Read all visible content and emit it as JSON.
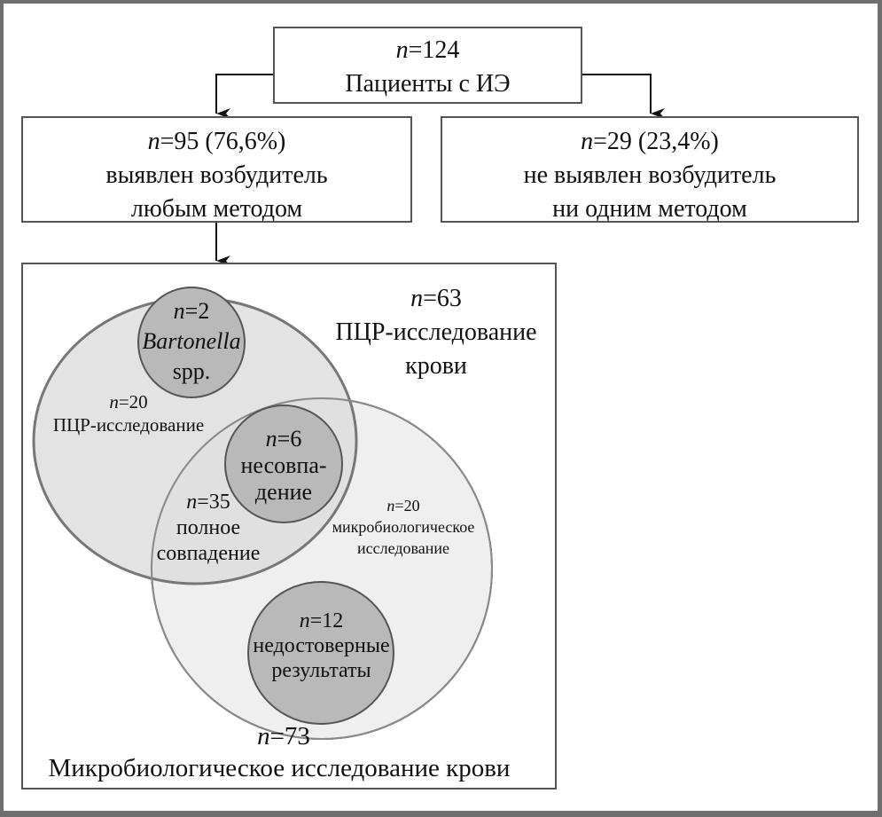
{
  "root": {
    "n": "124",
    "label": "Пациенты с ИЭ"
  },
  "left": {
    "n": "95",
    "pct": "(76,6%)",
    "line1": "выявлен возбудитель",
    "line2": "любым методом"
  },
  "right": {
    "n": "29",
    "pct": "(23,4%)",
    "line1": "не выявлен возбудитель",
    "line2": "ни одним методом"
  },
  "n_prefix": "n",
  "eq": "=",
  "venn": {
    "pcr_total": {
      "n": "63",
      "line1": "ПЦР-исследование",
      "line2": "крови"
    },
    "micro_total": {
      "n": "73",
      "line1": "Микробиологическое исследование крови"
    },
    "bartonella": {
      "n": "2",
      "line1": "Bartonella",
      "line2": "spp."
    },
    "pcr_only": {
      "n": "20",
      "line1": "ПЦР-исследование"
    },
    "mismatch": {
      "n": "6",
      "line1": "несовпа-",
      "line2": "дение"
    },
    "full_match": {
      "n": "35",
      "line1": "полное",
      "line2": "совпадение"
    },
    "micro_only": {
      "n": "20",
      "line1": "микробиологическое",
      "line2": "исследование"
    },
    "unreliable": {
      "n": "12",
      "line1": "недостоверные",
      "line2": "результаты"
    }
  },
  "colors": {
    "pcr_fill": "#e4e4e4",
    "micro_fill": "#efefef",
    "inner_fill": "#b9b9b9",
    "stroke": "#777777"
  }
}
